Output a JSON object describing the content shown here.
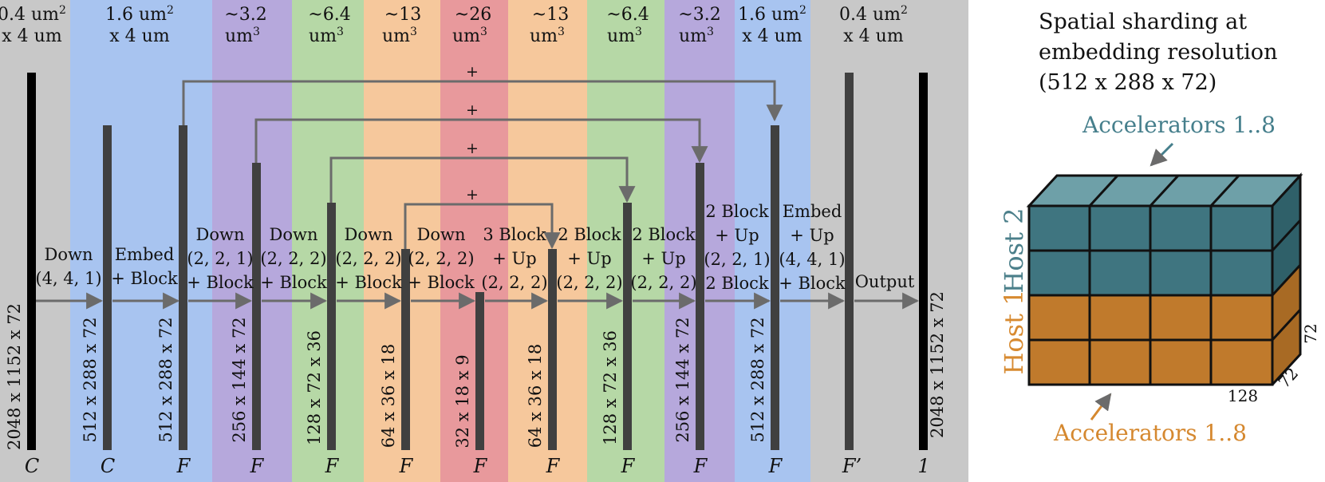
{
  "colors": {
    "grey": "#c8c8c8",
    "blue": "#a8c4f0",
    "purple": "#b6a8dc",
    "green": "#b6d8a6",
    "orange": "#f6c89c",
    "red": "#e8999c",
    "bar": "#404040",
    "arrow": "#6b6b6b",
    "teal": "#467f8c",
    "amber": "#d5882f",
    "host2_label": "#4b7f8a",
    "host1_label": "#d78a30"
  },
  "resolutions": [
    {
      "l1": "0.4 um",
      "sup": "2",
      "l2": "x 4 um"
    },
    {
      "l1": "1.6 um",
      "sup": "2",
      "l2": "x 4 um"
    },
    {
      "l1": "~3.2",
      "sup": "",
      "l2": "um",
      "sup2": "3"
    },
    {
      "l1": "~6.4",
      "sup": "",
      "l2": "um",
      "sup2": "3"
    },
    {
      "l1": "~13",
      "sup": "",
      "l2": "um",
      "sup2": "3"
    },
    {
      "l1": "~26",
      "sup": "",
      "l2": "um",
      "sup2": "3"
    },
    {
      "l1": "~13",
      "sup": "",
      "l2": "um",
      "sup2": "3"
    },
    {
      "l1": "~6.4",
      "sup": "",
      "l2": "um",
      "sup2": "3"
    },
    {
      "l1": "~3.2",
      "sup": "",
      "l2": "um",
      "sup2": "3"
    },
    {
      "l1": "1.6 um",
      "sup": "2",
      "l2": "x 4 um"
    },
    {
      "l1": "0.4 um",
      "sup": "2",
      "l2": "x 4 um"
    }
  ],
  "tensors": [
    {
      "dims": "2048 x 1152 x 72",
      "channel": "C"
    },
    {
      "dims": "512 x 288 x 72",
      "channel": "C"
    },
    {
      "dims": "512 x 288 x 72",
      "channel": "F"
    },
    {
      "dims": "256 x 144 x 72",
      "channel": "F"
    },
    {
      "dims": "128 x 72 x 36",
      "channel": "F"
    },
    {
      "dims": "64 x 36 x 18",
      "channel": "F"
    },
    {
      "dims": "32 x 18 x 9",
      "channel": "F"
    },
    {
      "dims": "64 x 36 x 18",
      "channel": "F"
    },
    {
      "dims": "128 x 72 x 36",
      "channel": "F"
    },
    {
      "dims": "256 x 144 x 72",
      "channel": "F"
    },
    {
      "dims": "512 x 288 x 72",
      "channel": "F"
    },
    {
      "dims": "",
      "channel": "F’"
    },
    {
      "dims": "2048 x 1152 x 72",
      "channel": "1"
    }
  ],
  "operations": [
    [
      "Down",
      "(4, 4, 1)"
    ],
    [
      "Embed",
      "+ Block"
    ],
    [
      "Down",
      "(2, 2, 1)",
      "+ Block"
    ],
    [
      "Down",
      "(2, 2, 2)",
      "+ Block"
    ],
    [
      "Down",
      "(2, 2, 2)",
      "+ Block"
    ],
    [
      "Down",
      "(2, 2, 2)",
      "+ Block"
    ],
    [
      "3 Block",
      "+ Up",
      "(2, 2, 2)"
    ],
    [
      "2 Block",
      "+ Up",
      "(2, 2, 2)"
    ],
    [
      "2 Block",
      "+ Up",
      "(2, 2, 2)"
    ],
    [
      "2 Block",
      "+ Up",
      "(2, 2, 1)",
      "2 Block"
    ],
    [
      "Embed",
      "+ Up",
      "(4, 4, 1)",
      "+ Block"
    ],
    [
      "Output"
    ]
  ],
  "skip_label": "+",
  "sharding": {
    "title_lines": [
      "Spatial sharding at",
      "embedding resolution",
      "(512 x 288 x 72)"
    ],
    "accel_top": "Accelerators 1..8",
    "accel_bottom": "Accelerators 1..8",
    "host2": "Host 2",
    "host1": "Host 1",
    "dim_width": "128",
    "dim_depth": "72",
    "dim_height": "72"
  }
}
